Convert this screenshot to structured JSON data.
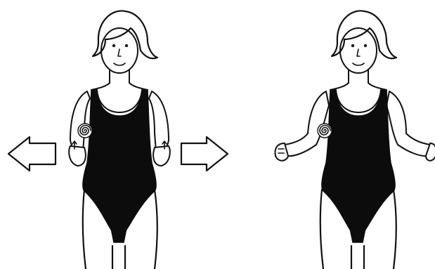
{
  "illustration": {
    "panels": [
      {
        "arm_position": "arms-down",
        "arrows": [
          "left",
          "right"
        ]
      },
      {
        "arm_position": "arms-raised-sideways",
        "arrows": []
      }
    ],
    "colors": {
      "swimsuit": "#0c0c0c",
      "line": "#111111",
      "background": "#ffffff"
    },
    "icons": [
      "arrow-left-icon",
      "arrow-right-icon",
      "spiral-marker-icon"
    ]
  }
}
